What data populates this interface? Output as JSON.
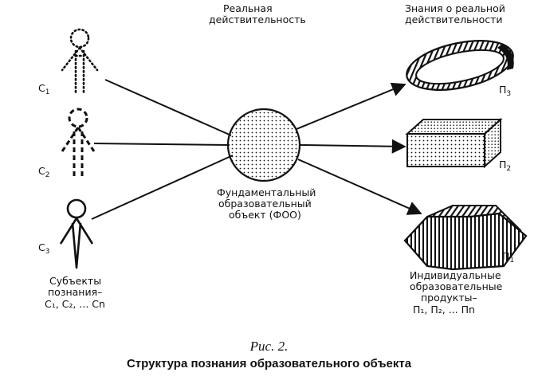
{
  "labels": {
    "reality_line1": "Реальная",
    "reality_line2": "действительность",
    "knowledge_line1": "Знания о реальной",
    "knowledge_line2": "действительности",
    "p3": "П",
    "p3_sub": "3",
    "p2": "П",
    "p2_sub": "2",
    "p1": "П",
    "p1_sub": "1",
    "c1": "С",
    "c1_sub": "1",
    "c2": "С",
    "c2_sub": "2",
    "c3": "С",
    "c3_sub": "3",
    "foo_line1": "Фундаментальный",
    "foo_line2": "образовательный",
    "foo_line3": "объект (ФОО)",
    "subjects_line1": "Субъекты",
    "subjects_line2": "познания–",
    "subjects_line3": "С₁, С₂, ... Сn",
    "products_line1": "Индивидуальные",
    "products_line2": "образовательные",
    "products_line3": "продукты–",
    "products_line4": "П₁, П₂, ... Пn"
  },
  "caption": {
    "figure_number": "Рис. 2.",
    "title": "Структура познания образовательного объекта"
  },
  "icons": {
    "subject_1": "dotted-person-icon",
    "subject_2": "dashed-person-icon",
    "subject_3": "solid-person-icon",
    "central_object": "dotted-sphere-icon",
    "product_3": "striped-ring-icon",
    "product_2": "dotted-box-icon",
    "product_1": "striped-hexagon-icon"
  }
}
